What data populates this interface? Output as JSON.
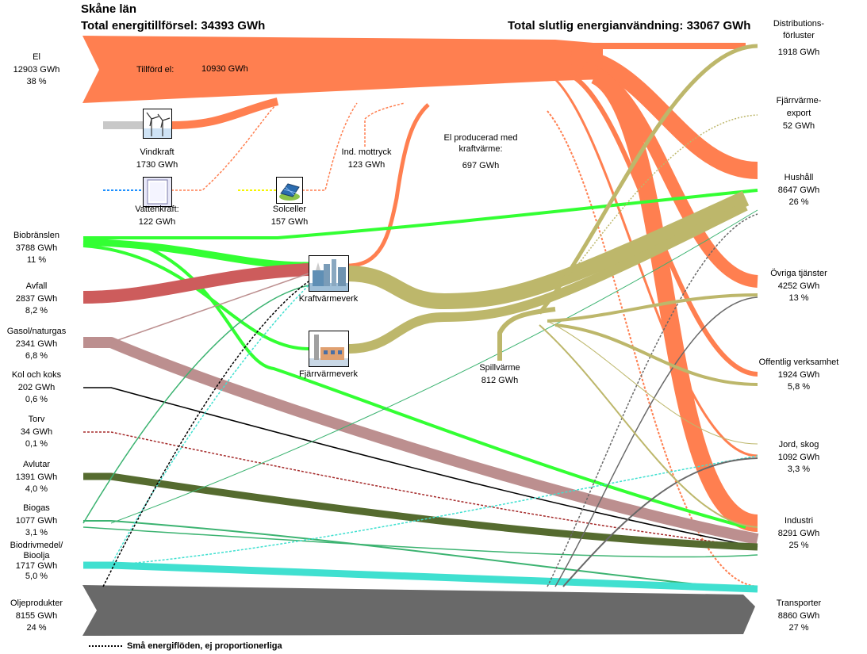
{
  "title": "Skåne län",
  "total_supply": {
    "label": "Total energitillförsel:",
    "value": "34393 GWh"
  },
  "total_use": {
    "label": "Total slutlig energianvändning:",
    "value": "33067 GWh"
  },
  "sources": [
    {
      "key": "el",
      "name": "El",
      "value": "12903 GWh",
      "share": "38 %"
    },
    {
      "key": "bio",
      "name": "Biobränslen",
      "value": "3788 GWh",
      "share": "11 %"
    },
    {
      "key": "avfall",
      "name": "Avfall",
      "value": "2837 GWh",
      "share": "8,2 %"
    },
    {
      "key": "gasol",
      "name": "Gasol/naturgas",
      "value": "2341 GWh",
      "share": "6,8 %"
    },
    {
      "key": "kol",
      "name": "Kol och koks",
      "value": "202 GWh",
      "share": "0,6 %"
    },
    {
      "key": "torv",
      "name": "Torv",
      "value": "34 GWh",
      "share": "0,1 %"
    },
    {
      "key": "avlutar",
      "name": "Avlutar",
      "value": "1391 GWh",
      "share": "4,0 %"
    },
    {
      "key": "biogas",
      "name": "Biogas",
      "value": "1077 GWh",
      "share": "3,1 %"
    },
    {
      "key": "biodriv",
      "name": "Biodrivmedel/ Bioolja",
      "value": "1717 GWh",
      "share": "5,0 %"
    },
    {
      "key": "olje",
      "name": "Oljeprodukter",
      "value": "8155 GWh",
      "share": "24 %"
    }
  ],
  "targets": [
    {
      "key": "distr",
      "name": "Distributions- förluster",
      "value": "1918 GWh",
      "share": ""
    },
    {
      "key": "fjvexp",
      "name": "Fjärrvärme- export",
      "value": "52 GWh",
      "share": ""
    },
    {
      "key": "hush",
      "name": "Hushåll",
      "value": "8647 GWh",
      "share": "26 %"
    },
    {
      "key": "ovr",
      "name": "Övriga tjänster",
      "value": "4252 GWh",
      "share": "13 %"
    },
    {
      "key": "off",
      "name": "Offentlig verksamhet",
      "value": "1924 GWh",
      "share": "5,8 %"
    },
    {
      "key": "jord",
      "name": "Jord, skog",
      "value": "1092 GWh",
      "share": "3,3 %"
    },
    {
      "key": "ind",
      "name": "Industri",
      "value": "8291 GWh",
      "share": "25 %"
    },
    {
      "key": "trans",
      "name": "Transporter",
      "value": "8860 GWh",
      "share": "27 %"
    }
  ],
  "technologies": {
    "vind": {
      "name": "Vindkraft",
      "value": "1730 GWh",
      "icon": "wind-turbine-icon"
    },
    "vatten": {
      "name": "Vattenkraft:",
      "value": "122 GWh",
      "icon": "hydro-power-icon"
    },
    "sol": {
      "name": "Solceller",
      "value": "157 GWh",
      "icon": "solar-panel-icon"
    },
    "kvv": {
      "name": "Kraftvärmeverk",
      "icon": "chp-plant-icon"
    },
    "fjv": {
      "name": "Fjärrvärmeverk",
      "icon": "district-heating-plant-icon"
    }
  },
  "annotations": {
    "tillford_label": "Tillförd el:",
    "tillford_value": "10930 GWh",
    "ind_mottryck_label": "Ind. mottryck",
    "ind_mottryck_value": "123 GWh",
    "el_kv_label": "El producerad med kraftvärme:",
    "el_kv_value": "697 GWh",
    "spill_label": "Spillvärme",
    "spill_value": "812 GWh"
  },
  "legend": {
    "text": "Små energiflöden, ej proportionerliga"
  },
  "colors": {
    "el": "#FF7F50",
    "bio": "#33FF33",
    "avfall": "#CD5C5C",
    "gasol": "#BC8F8F",
    "kol": "#000000",
    "torv": "#A52A2A",
    "avlutar": "#556B2F",
    "biogas": "#3CB371",
    "biodriv": "#40E0D0",
    "olje": "#696969",
    "heat": "#BDB76B",
    "wind_in": "#C8C8C8",
    "hydro_in": "#1E90FF",
    "solar_in": "#F5F500"
  }
}
